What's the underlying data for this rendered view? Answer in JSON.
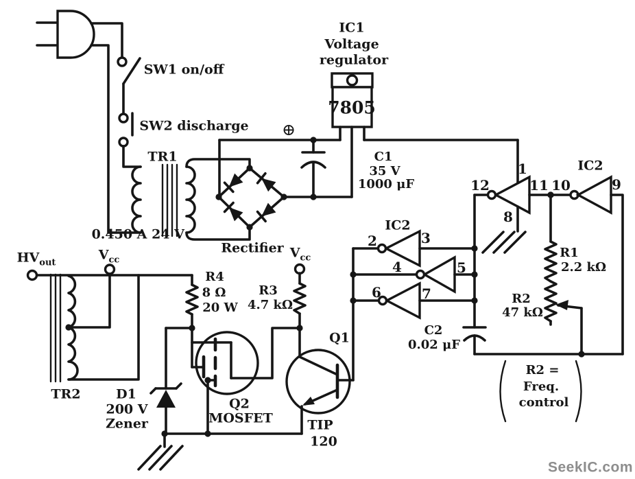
{
  "colors": {
    "ink": "#161616",
    "watermark_gray": "#8d8d8d",
    "background": "#ffffff"
  },
  "power_input": {
    "sw1_label": "SW1 on/off",
    "sw2_label": "SW2 discharge",
    "tr1_label": "TR1",
    "tr1_primary_current": "0.450 A",
    "tr1_secondary_voltage": "24 V",
    "rectifier_label": "Rectifier"
  },
  "regulator": {
    "ic1_ref": "IC1",
    "ic1_desc_line1": "Voltage",
    "ic1_desc_line2": "regulator",
    "ic1_part": "7805",
    "polarity_mark": "⊕",
    "c1_ref": "C1",
    "c1_voltage": "35 V",
    "c1_value": "1000 μF"
  },
  "oscillator": {
    "ic2_label_mid": "IC2",
    "ic2_label_right": "IC2",
    "pins": {
      "p1": "1",
      "p2": "2",
      "p3": "3",
      "p4": "4",
      "p5": "5",
      "p6": "6",
      "p7": "7",
      "p8": "8",
      "p9": "9",
      "p10": "10",
      "p11": "11",
      "p12": "12"
    },
    "r1_ref": "R1",
    "r1_value": "2.2 kΩ",
    "r2_ref": "R2",
    "r2_value": "47 kΩ",
    "c2_ref": "C2",
    "c2_value": "0.02 μF",
    "note_line1": "R2 =",
    "note_line2": "Freq.",
    "note_line3": "control"
  },
  "driver": {
    "r3_ref": "R3",
    "r3_value": "4.7 kΩ",
    "vcc_main": "V",
    "vcc_sub": "cc",
    "q1_ref": "Q1",
    "q1_part_line1": "TIP",
    "q1_part_line2": "120"
  },
  "output": {
    "hv_main": "HV",
    "hv_sub": "out",
    "vcc_main": "V",
    "vcc_sub": "cc",
    "tr2_label": "TR2",
    "r4_ref": "R4",
    "r4_value": "8 Ω",
    "r4_power": "20 W",
    "d1_ref": "D1",
    "d1_voltage": "200 V",
    "d1_type": "Zener",
    "q2_ref": "Q2",
    "q2_type": "MOSFET"
  },
  "watermark": "SeekIC.com"
}
